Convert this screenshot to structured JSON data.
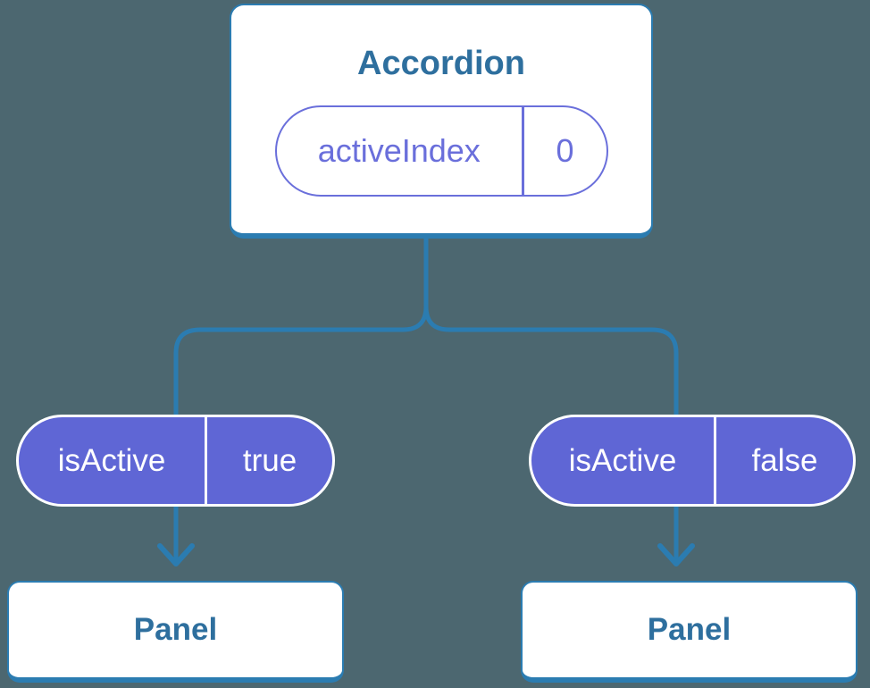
{
  "colors": {
    "bg": "#4c6770",
    "line": "#2b7cb1",
    "blue-text": "#2e6f9e",
    "purple": "#6a6fdb",
    "purple-fill": "#5f66d5",
    "white": "#ffffff"
  },
  "diagram": {
    "root": {
      "title": "Accordion",
      "state": {
        "name": "activeIndex",
        "value": "0"
      }
    },
    "children": [
      {
        "prop": {
          "name": "isActive",
          "value": "true"
        },
        "label": "Panel"
      },
      {
        "prop": {
          "name": "isActive",
          "value": "false"
        },
        "label": "Panel"
      }
    ]
  }
}
